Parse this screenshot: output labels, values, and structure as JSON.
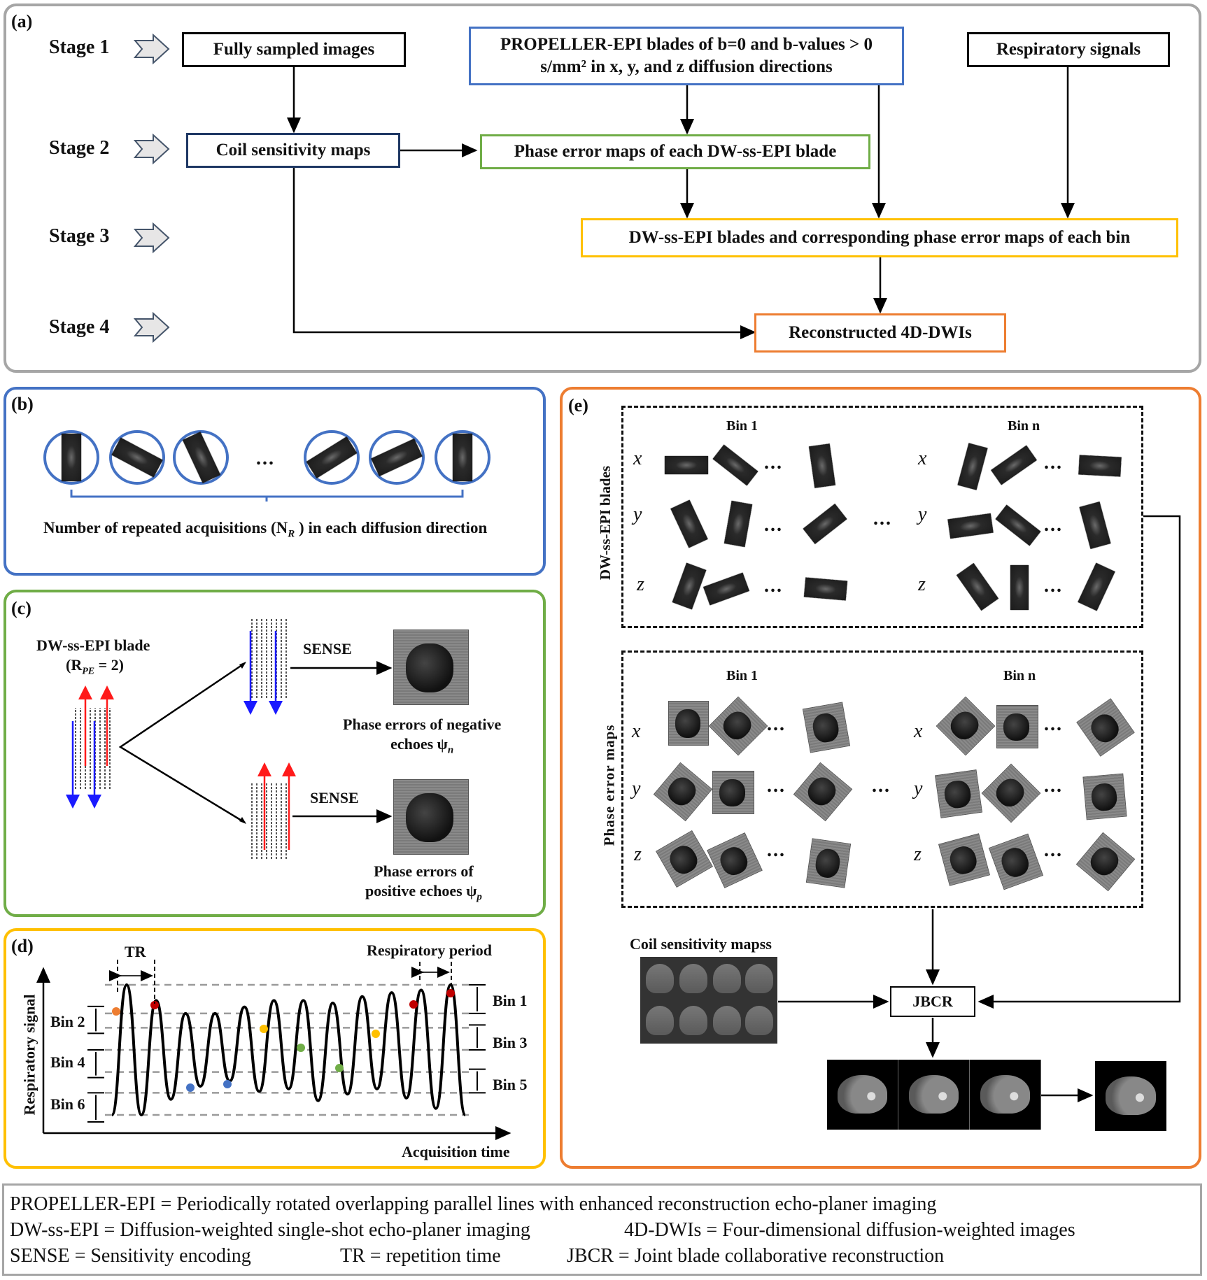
{
  "panel_a": {
    "label": "(a)",
    "stages": [
      "Stage 1",
      "Stage 2",
      "Stage 3",
      "Stage 4"
    ],
    "boxes": {
      "fully_sampled": "Fully sampled images",
      "propeller_line1": "PROPELLER-EPI blades of b=0 and b-values > 0",
      "propeller_line2": "s/mm² in x, y, and z diffusion directions",
      "respiratory": "Respiratory signals",
      "coil_maps": "Coil sensitivity maps",
      "phase_error": "Phase error maps of each DW-ss-EPI blade",
      "binned": "DW-ss-EPI blades and corresponding phase error maps of each bin",
      "reconstructed": "Reconstructed 4D-DWIs"
    },
    "colors": {
      "propeller": "#4472c4",
      "phase_error": "#70ad47",
      "binned": "#ffc000",
      "reconstructed": "#ed7d31",
      "coil_maps": "#1f3864"
    }
  },
  "panel_b": {
    "label": "(b)",
    "ellipsis": "...",
    "caption": "Number of repeated acquisitions (N",
    "caption_sub": "R",
    "caption_end": " ) in each diffusion direction"
  },
  "panel_c": {
    "label": "(c)",
    "blade_title": "DW-ss-EPI blade",
    "blade_param": "(R",
    "blade_param_sub": "PE",
    "blade_param_end": " = 2)",
    "sense_top": "SENSE",
    "sense_bottom": "SENSE",
    "neg_line1": "Phase errors of negative",
    "neg_line2": "echoes ψ",
    "neg_sub": "n",
    "pos_line1": "Phase errors of",
    "pos_line2": "positive echoes ψ",
    "pos_sub": "p"
  },
  "panel_d": {
    "label": "(d)",
    "tr": "TR",
    "resp_period": "Respiratory period",
    "ylabel": "Respiratory signal",
    "xlabel": "Acquisition time",
    "bins_left": [
      "Bin 2",
      "Bin 4",
      "Bin 6"
    ],
    "bins_right": [
      "Bin 1",
      "Bin 3",
      "Bin 5"
    ]
  },
  "chart_data": {
    "type": "line",
    "title": "",
    "xlabel": "Acquisition time",
    "ylabel": "Respiratory signal",
    "series": [
      {
        "name": "Respiratory signal",
        "peaks": [
          1.0,
          0.88,
          0.78,
          0.78,
          0.83,
          0.88,
          0.88,
          0.86,
          0.91,
          0.94,
          0.96,
          1.0
        ],
        "troughs": [
          0.0,
          0.12,
          0.22,
          0.26,
          0.18,
          0.2,
          0.11,
          0.16,
          0.2,
          0.13,
          0.05
        ]
      }
    ],
    "bin_thresholds": [
      0.0,
      0.17,
      0.33,
      0.5,
      0.67,
      0.78,
      1.0
    ],
    "bins": [
      "Bin 1",
      "Bin 2",
      "Bin 3",
      "Bin 4",
      "Bin 5",
      "Bin 6"
    ],
    "sample_points": [
      {
        "color": "#ed7d31",
        "bin": "Bin 2"
      },
      {
        "color": "#c00000",
        "bin": "Bin 1"
      },
      {
        "color": "#4472c4",
        "bin": "Bin 6"
      },
      {
        "color": "#4472c4",
        "bin": "Bin 6"
      },
      {
        "color": "#ffc000",
        "bin": "Bin 3"
      },
      {
        "color": "#70ad47",
        "bin": "Bin 4"
      },
      {
        "color": "#70ad47",
        "bin": "Bin 5"
      },
      {
        "color": "#ffc000",
        "bin": "Bin 3"
      },
      {
        "color": "#c00000",
        "bin": "Bin 1"
      },
      {
        "color": "#c00000",
        "bin": "Bin 1"
      }
    ],
    "grid": true
  },
  "panel_e": {
    "label": "(e)",
    "blades_title": "DW-ss-EPI blades",
    "phase_title": "Phase error maps",
    "bin1": "Bin 1",
    "binn": "Bin n",
    "axes": [
      "x",
      "y",
      "z"
    ],
    "ellipsis": "...",
    "coil_label": "Coil sensitivity mapss",
    "jbcr": "JBCR"
  },
  "abbreviations": {
    "line1": "PROPELLER-EPI = Periodically rotated overlapping parallel lines with enhanced reconstruction echo-planer imaging",
    "line2a": "DW-ss-EPI = Diffusion-weighted single-shot echo-planer imaging",
    "line2b": "4D-DWIs = Four-dimensional diffusion-weighted images",
    "line3a": "SENSE = Sensitivity encoding",
    "line3b": "TR = repetition time",
    "line3c": "JBCR = Joint blade collaborative reconstruction"
  }
}
